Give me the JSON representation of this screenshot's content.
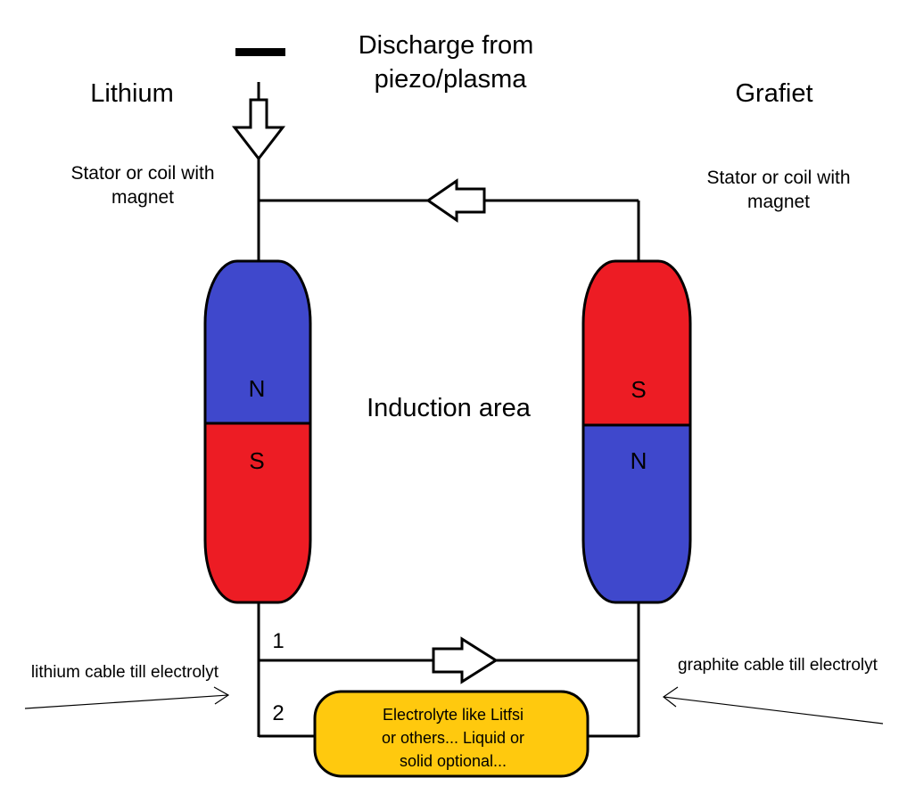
{
  "title": {
    "line1": "Discharge from",
    "line2": "piezo/plasma",
    "polarity_symbol": "—"
  },
  "left": {
    "title": "Lithium",
    "note_line1": "Stator or coil with",
    "note_line2": "magnet",
    "magnet_top_pole": "N",
    "magnet_bottom_pole": "S",
    "magnet_top_color": "#3F48CC",
    "magnet_bottom_color": "#ED1C24",
    "cable_label": "lithium cable till electrolyt"
  },
  "right": {
    "title": "Grafiet",
    "note_line1": "Stator or coil with",
    "note_line2": "magnet",
    "magnet_top_pole": "S",
    "magnet_bottom_pole": "N",
    "magnet_top_color": "#ED1C24",
    "magnet_bottom_color": "#3F48CC",
    "cable_label": "graphite cable till electrolyt"
  },
  "center": {
    "label": "Induction area"
  },
  "wires": {
    "wire1_label": "1",
    "wire2_label": "2"
  },
  "electrolyte": {
    "line1": "Electrolyte like Litfsi",
    "line2": "or others... Liquid or",
    "line3": "solid optional...",
    "fill_color": "#FFC90E"
  },
  "icons": [
    "down-arrow-icon",
    "left-arrow-icon",
    "right-arrow-icon",
    "pointer-arrow-icon"
  ]
}
